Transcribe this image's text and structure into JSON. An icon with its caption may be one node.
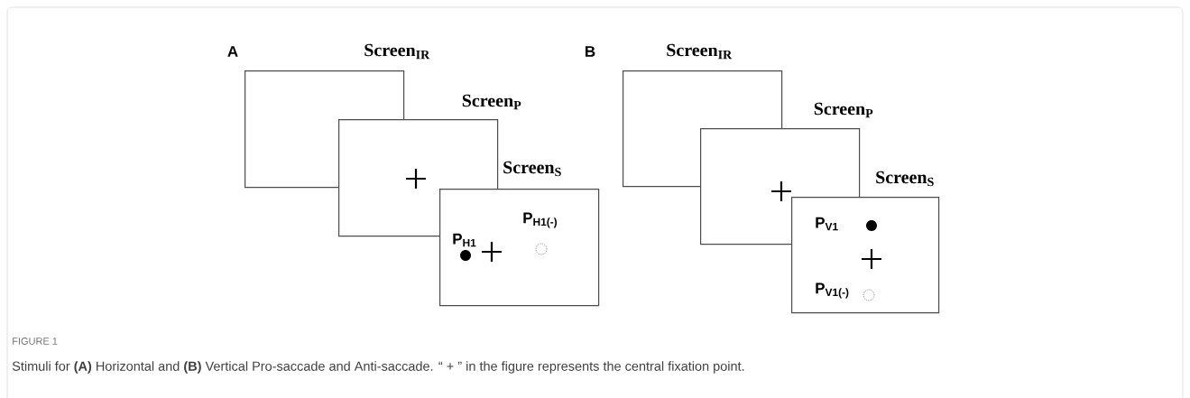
{
  "diagram": {
    "title": "FIGURE 1",
    "caption": "Stimuli for **(A)** Horizontal and **(B)** Vertical Pro-saccade and Anti-saccade. “ + ” in the figure represents the central fixation point.",
    "nodes": [
      {
        "text": [
          "Screen$_{IR}$"
        ]
      },
      {
        "text": [
          "Screen$_{P}$"
        ]
      },
      {
        "text": [
          "Screen$_{S}$",
          "P$_{H1}$",
          "P$_{H1(-)}$"
        ]
      },
      {
        "text": [
          "Screen$_{IR}$"
        ]
      },
      {
        "text": [
          "Screen$_{P}$"
        ]
      },
      {
        "text": [
          "Screen$_{S}$",
          "P$_{V1}$",
          "P$_{V1(-)}$"
        ]
      }
    ],
    "labels": [
      "A",
      "B"
    ]
  }
}
